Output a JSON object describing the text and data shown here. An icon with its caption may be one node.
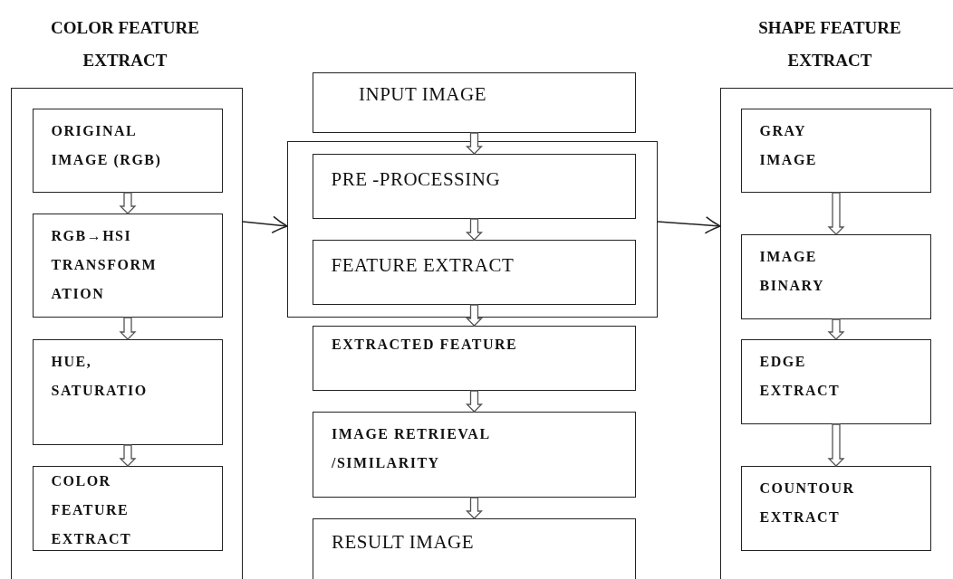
{
  "diagram": {
    "nodes": [
      {
        "text": [
          "COLOR FEATURE EXTRACT"
        ]
      },
      {
        "text": [
          "ORIGINAL IMAGE (RGB)"
        ],
        "in": 0
      },
      {
        "text": [
          "RGB→HSI TRANSFORM ATION"
        ],
        "in": 0
      },
      {
        "text": [
          "HUE, SATURATIO"
        ],
        "in": 0
      },
      {
        "text": [
          "COLOR FEATURE EXTRACT"
        ],
        "in": 0
      },
      {
        "text": [
          "INPUT IMAGE"
        ]
      },
      {
        "text": [],
        "shape": "box"
      },
      {
        "text": [
          "PRE -PROCESSING"
        ],
        "in": 6
      },
      {
        "text": [
          "FEATURE EXTRACT"
        ],
        "in": 6
      },
      {
        "text": [
          "EXTRACTED FEATURE"
        ]
      },
      {
        "text": [
          "IMAGE RETRIEVAL /SIMILARITY"
        ]
      },
      {
        "text": [
          "RESULT IMAGE"
        ]
      },
      {
        "text": [
          "SHAPE FEATURE EXTRACT"
        ]
      },
      {
        "text": [
          "GRAY IMAGE"
        ],
        "in": 12
      },
      {
        "text": [
          "IMAGE BINARY"
        ],
        "in": 12
      },
      {
        "text": [
          "EDGE EXTRACT"
        ],
        "in": 12
      },
      {
        "text": [
          "COUNTOUR EXTRACT"
        ],
        "in": 12
      }
    ],
    "edges": [
      {
        "from": 1,
        "to": 2,
        "arrow": "to",
        "style": "thick"
      },
      {
        "from": 2,
        "to": 3,
        "arrow": "to",
        "style": "thick"
      },
      {
        "from": 3,
        "to": 4,
        "arrow": "to",
        "style": "thick"
      },
      {
        "from": 0,
        "to": 6,
        "arrow": "to"
      },
      {
        "from": 6,
        "to": 12,
        "arrow": "to"
      },
      {
        "from": 5,
        "to": 7,
        "arrow": "to",
        "style": "thick"
      },
      {
        "from": 7,
        "to": 8,
        "arrow": "to",
        "style": "thick"
      },
      {
        "from": 8,
        "to": 9,
        "arrow": "to",
        "style": "thick"
      },
      {
        "from": 9,
        "to": 10,
        "arrow": "to",
        "style": "thick"
      },
      {
        "from": 10,
        "to": 11,
        "arrow": "to",
        "style": "thick"
      },
      {
        "from": 13,
        "to": 14,
        "arrow": "to",
        "style": "thick"
      },
      {
        "from": 14,
        "to": 15,
        "arrow": "to",
        "style": "thick"
      },
      {
        "from": 15,
        "to": 16,
        "arrow": "to",
        "style": "thick"
      }
    ]
  }
}
